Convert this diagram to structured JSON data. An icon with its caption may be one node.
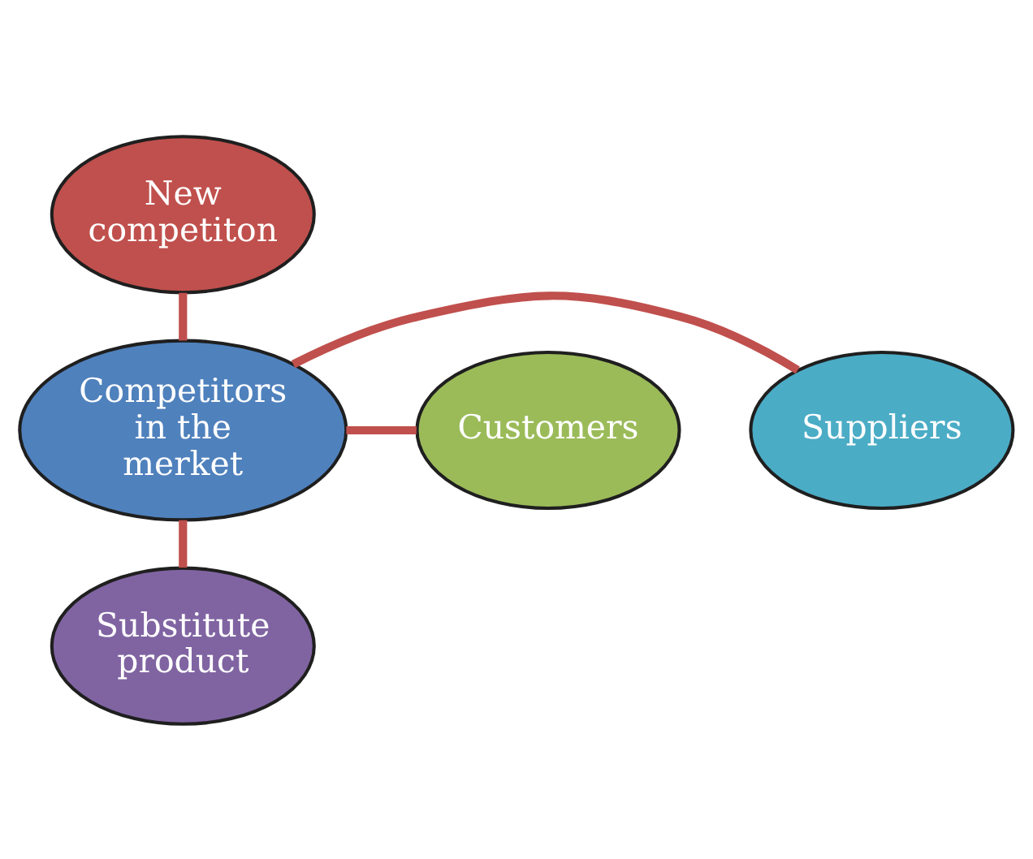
{
  "diagram": {
    "nodes": [
      {
        "text": [
          "New competiton"
        ]
      },
      {
        "text": [
          "Suppliers"
        ]
      },
      {
        "text": [
          "Competitors in the merket"
        ]
      },
      {
        "text": [
          "Customers"
        ]
      },
      {
        "text": [
          "Substitute product"
        ]
      }
    ],
    "edges": [
      {
        "from": 2,
        "to": 0,
        "arrow": "none"
      },
      {
        "from": 2,
        "to": 1,
        "arrow": "none"
      },
      {
        "from": 2,
        "to": 3,
        "arrow": "none"
      },
      {
        "from": 2,
        "to": 4,
        "arrow": "none"
      }
    ]
  }
}
